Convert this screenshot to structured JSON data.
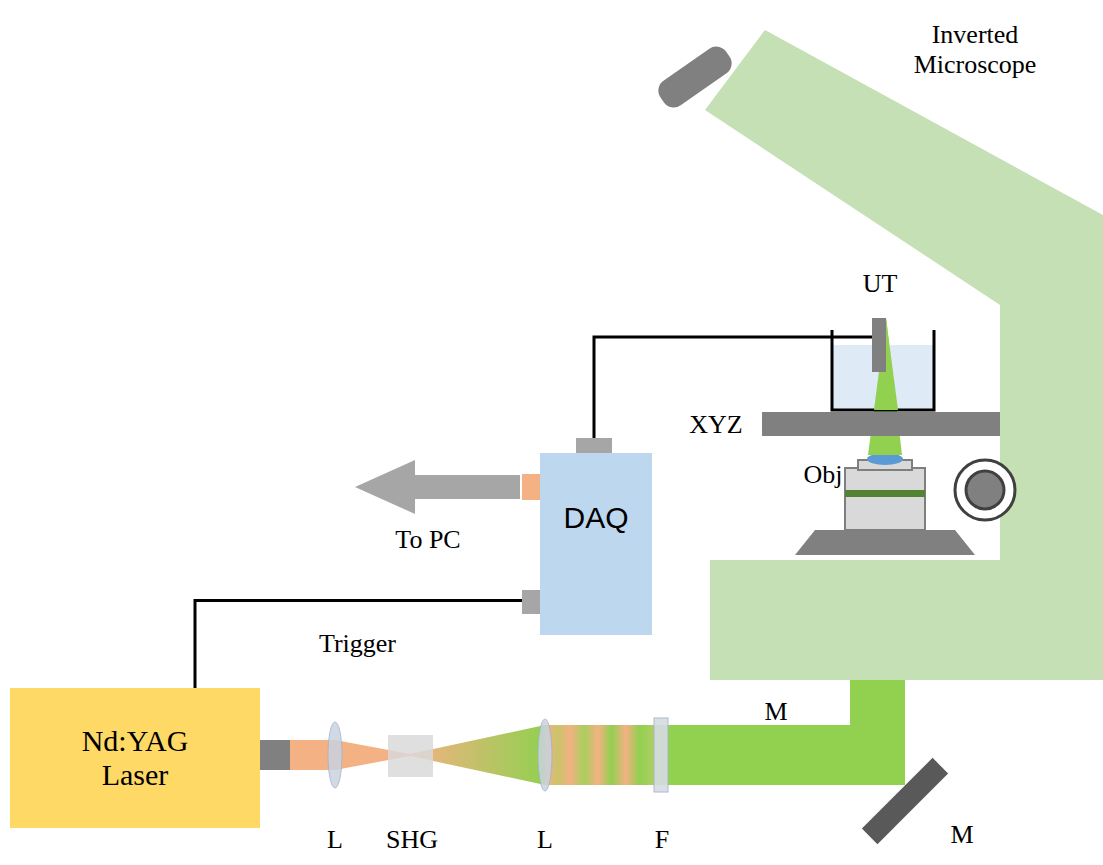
{
  "diagram": {
    "nodes": [
      {
        "text": [
          "Nd:YAG Laser"
        ]
      },
      {
        "text": [
          "DAQ"
        ]
      }
    ],
    "edges": [
      {
        "from": 0,
        "to": 1,
        "arrow": "none",
        "label": "Trigger"
      }
    ],
    "labels": [
      "Inverted Microscope",
      "UT",
      "XYZ",
      "Obj",
      "To PC",
      "L",
      "SHG",
      "L",
      "F",
      "M",
      "M"
    ]
  }
}
